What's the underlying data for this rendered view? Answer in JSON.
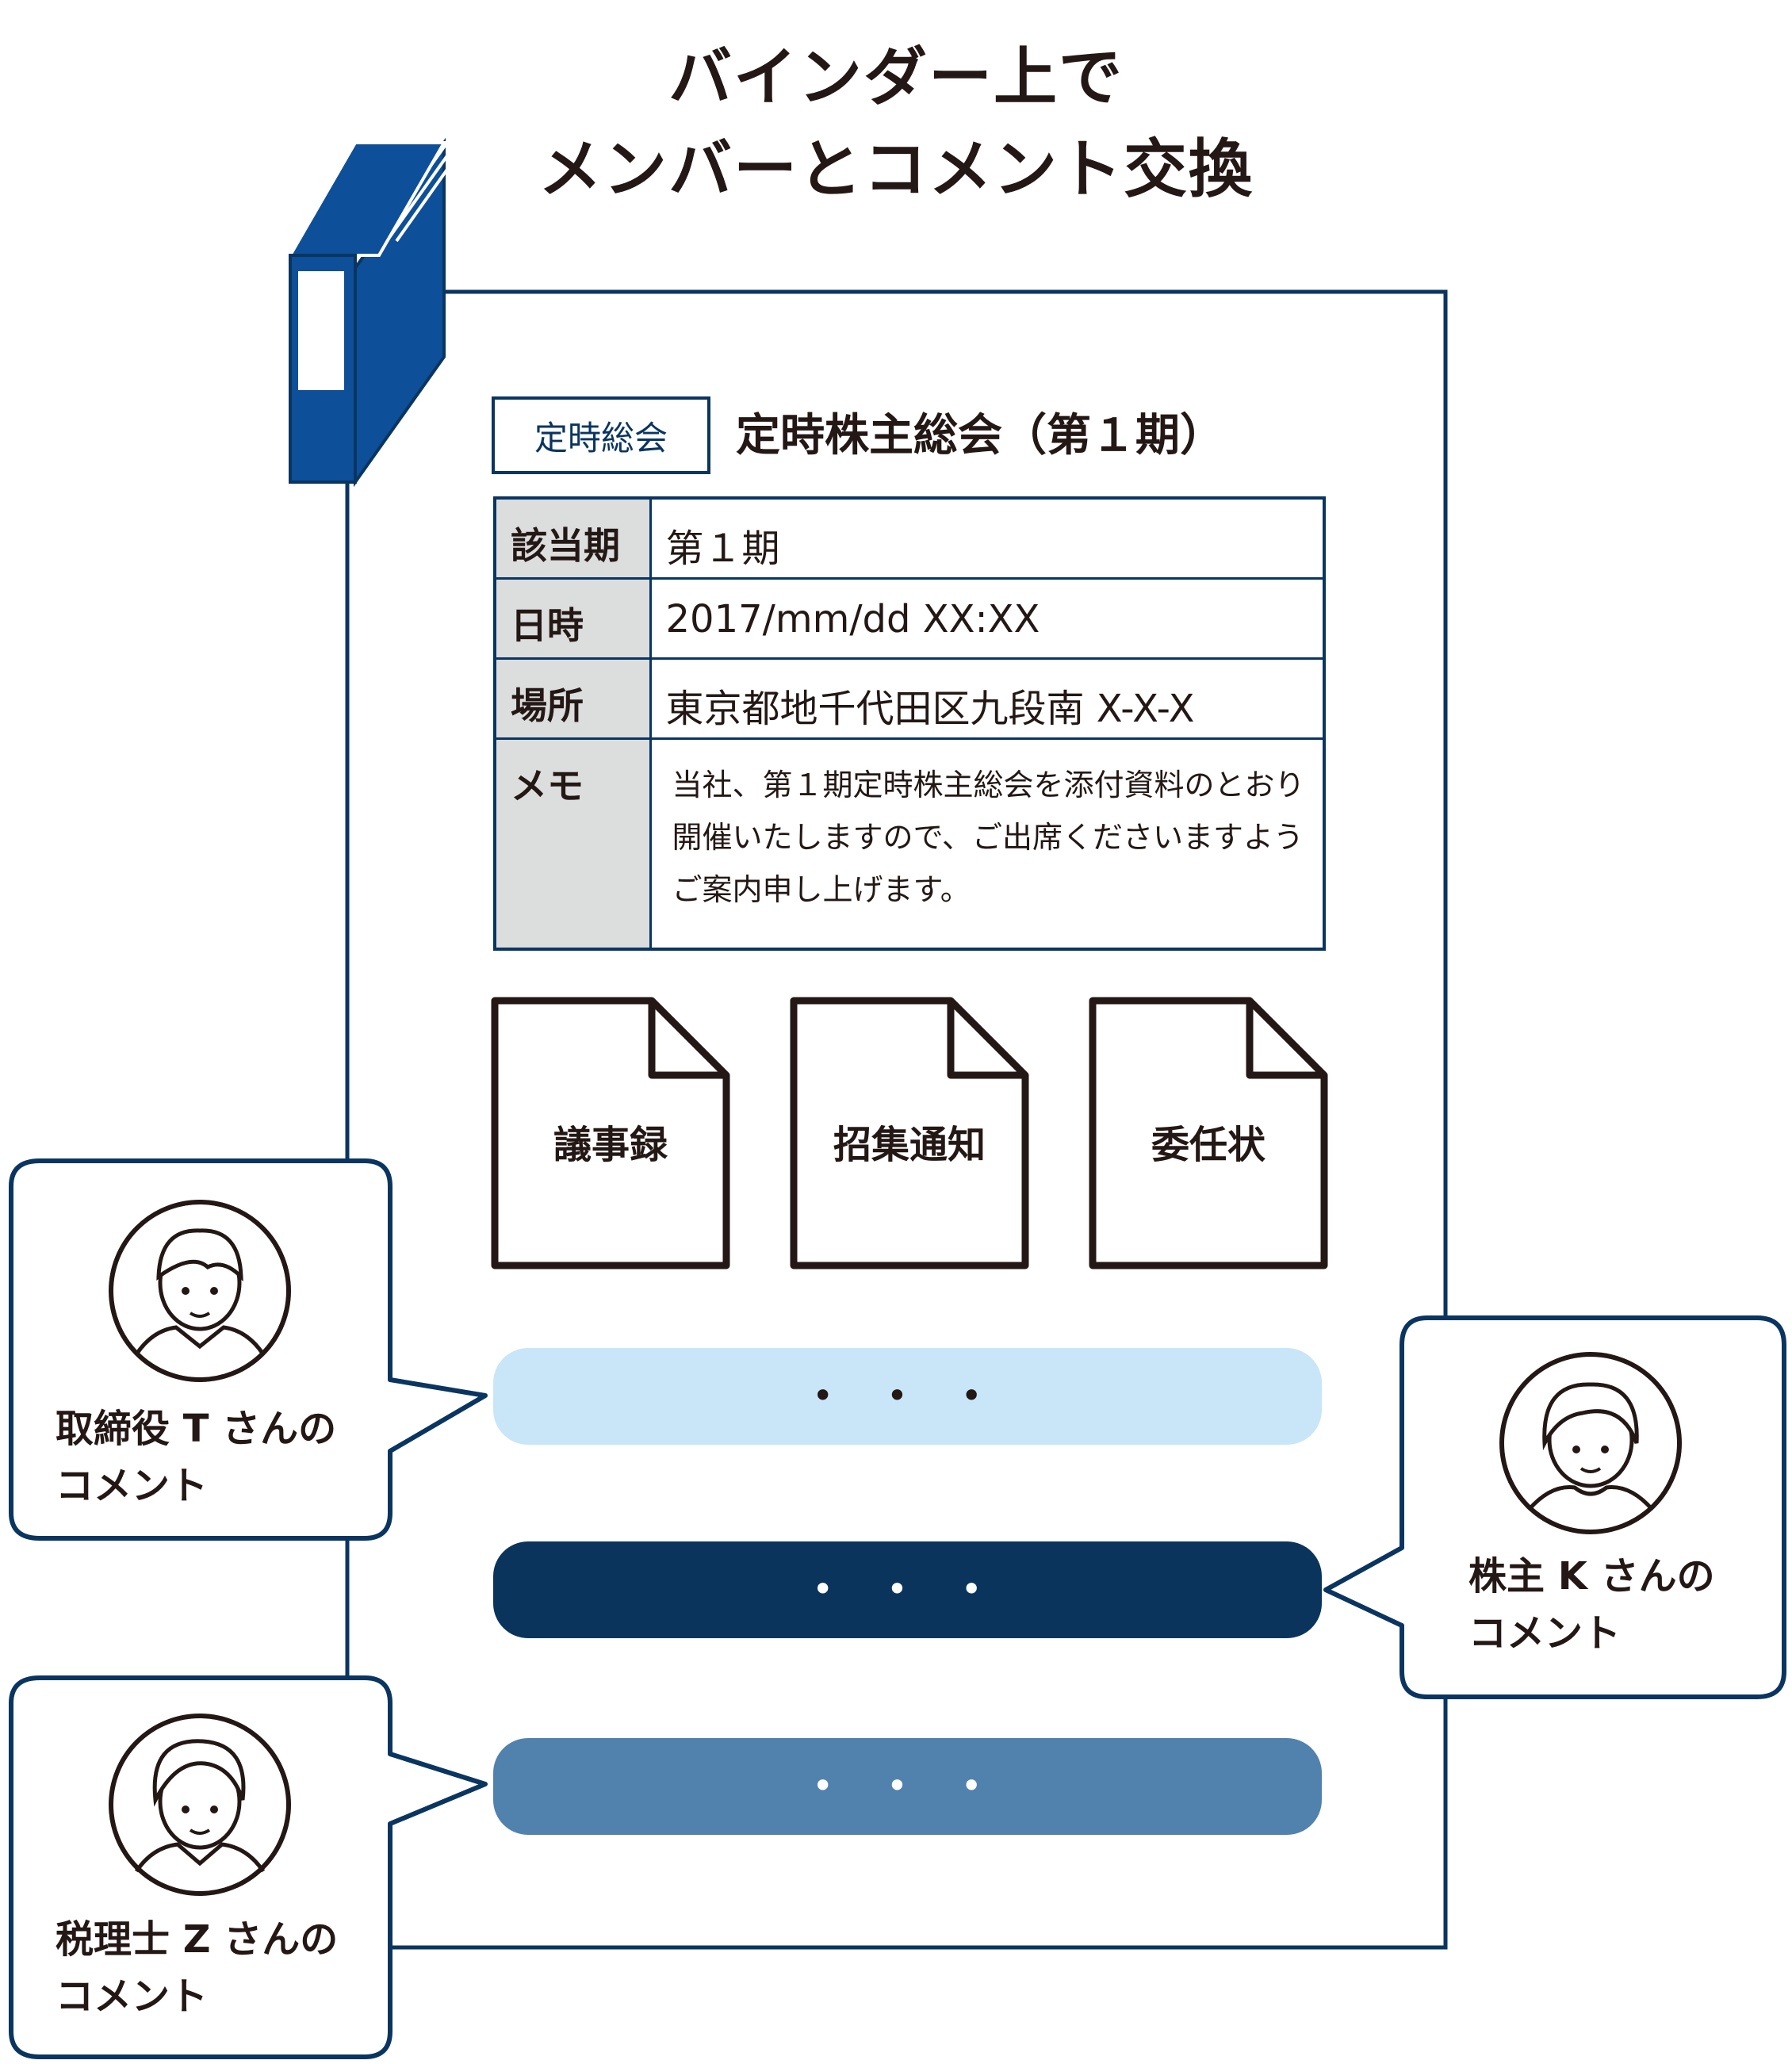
{
  "title": {
    "line1": "バインダー上で",
    "line2": "メンバーとコメント交換"
  },
  "record": {
    "category_tag": "定時総会",
    "heading": "定時株主総会（第１期）",
    "fields": [
      {
        "key": "該当期",
        "value": "第１期"
      },
      {
        "key": "日時",
        "value": "2017/mm/dd XX:XX"
      },
      {
        "key": "場所",
        "value": "東京都地千代田区九段南 X-X-X"
      },
      {
        "key": "メモ",
        "value": "当社、第１期定時株主総会を添付資料のとおり開催いたしますので、ご出席くださいますようご案内申し上げます。"
      }
    ]
  },
  "documents": [
    "議事録",
    "招集通知",
    "委任状"
  ],
  "comments": [
    {
      "label_line1": "取締役 T さんの",
      "label_line2": "コメント",
      "bar_color": "#c8e6f8",
      "dots": "• • •"
    },
    {
      "label_line1": "株主 K さんの",
      "label_line2": "コメント",
      "bar_color": "#0a345c",
      "dots": "• • •"
    },
    {
      "label_line1": "税理士 Z さんの",
      "label_line2": "コメント",
      "bar_color": "#5182ae",
      "dots": "• • •"
    }
  ],
  "colors": {
    "navy": "#0a3561",
    "binder_blue": "#0d4f98",
    "ink": "#231815",
    "key_cell": "#dcdddd"
  },
  "icons": [
    "binder-icon",
    "document-icon",
    "person-avatar-icon"
  ]
}
